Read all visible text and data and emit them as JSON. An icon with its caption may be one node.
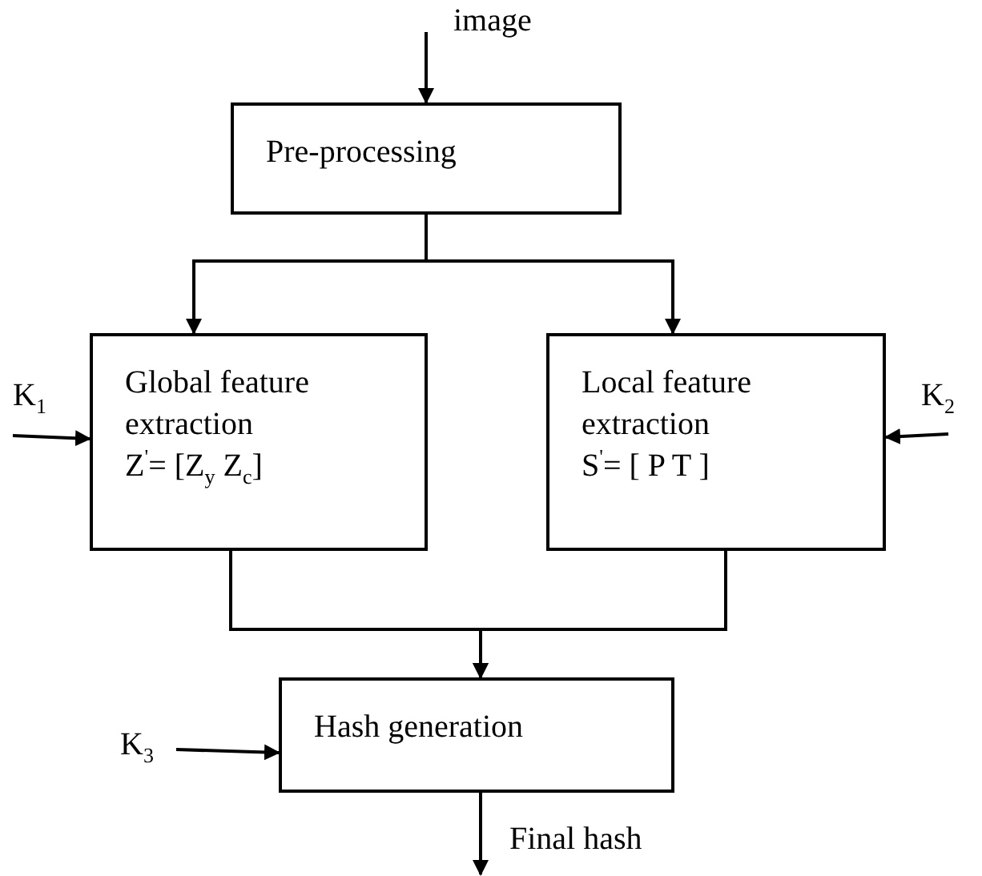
{
  "diagram": {
    "nodes": [
      {
        "text": [
          "Pre-processing"
        ]
      },
      {
        "text": [
          "Global feature extraction",
          "Z$^{'}$= [Z$_{y}$ Z$_{c}$]"
        ]
      },
      {
        "text": [
          "Local feature extraction",
          "S$^{'}$= [ P T ]"
        ]
      },
      {
        "text": [
          "Hash generation"
        ]
      },
      {
        "text": [
          "image"
        ]
      },
      {
        "text": [
          "K$_{1}$"
        ]
      },
      {
        "text": [
          "K$_{2}$"
        ]
      },
      {
        "text": [
          "K$_{3}$"
        ]
      },
      {
        "text": [
          "Final hash"
        ]
      }
    ],
    "edges": [
      {
        "from": 4,
        "to": 0,
        "arrow": "to"
      },
      {
        "from": 0,
        "to": 1,
        "arrow": "to"
      },
      {
        "from": 0,
        "to": 2,
        "arrow": "to"
      },
      {
        "from": 1,
        "to": 3,
        "arrow": "to"
      },
      {
        "from": 2,
        "to": 3,
        "arrow": "to"
      },
      {
        "from": 5,
        "to": 1,
        "arrow": "to"
      },
      {
        "from": 6,
        "to": 2,
        "arrow": "to"
      },
      {
        "from": 7,
        "to": 3,
        "arrow": "to"
      },
      {
        "from": 3,
        "to": 8,
        "arrow": "to"
      }
    ]
  }
}
